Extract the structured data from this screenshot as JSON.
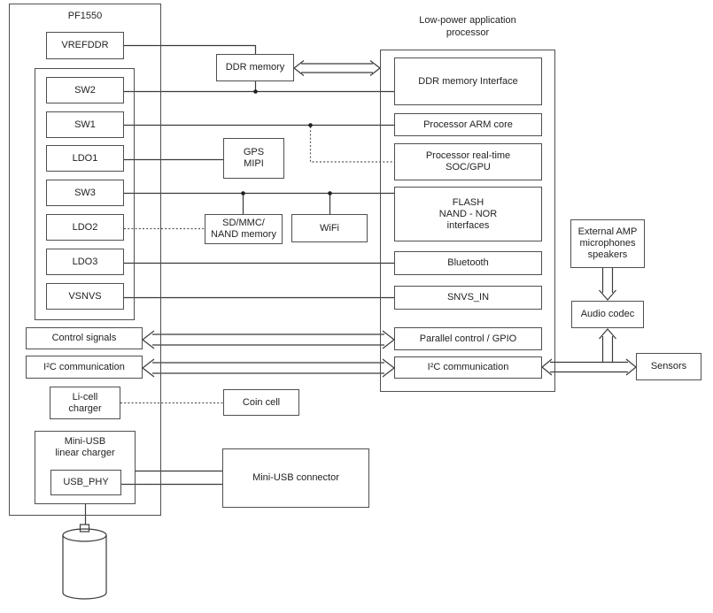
{
  "pf1550": {
    "title": "PF1550",
    "blocks": {
      "vrefddr": "VREFDDR",
      "sw2": "SW2",
      "sw1": "SW1",
      "ldo1": "LDO1",
      "sw3": "SW3",
      "ldo2": "LDO2",
      "ldo3": "LDO3",
      "vsnvs": "VSNVS",
      "control_signals": "Control signals",
      "i2c": "I²C communication",
      "li_cell_charger": "Li-cell\ncharger",
      "mini_usb_charger": "Mini-USB\nlinear charger",
      "usb_phy": "USB_PHY"
    }
  },
  "external": {
    "ddr_memory": "DDR memory",
    "gps_mipi": "GPS\nMIPI",
    "sd_mmc_nand": "SD/MMC/\nNAND memory",
    "wifi": "WiFi",
    "coin_cell": "Coin cell",
    "mini_usb_connector": "Mini-USB connector"
  },
  "processor": {
    "title": "Low-power application\nprocessor",
    "blocks": {
      "ddr_interface": "DDR memory Interface",
      "arm_core": "Processor ARM core",
      "realtime": "Processor real-time\nSOC/GPU",
      "flash": "FLASH\nNAND - NOR\ninterfaces",
      "bluetooth": "Bluetooth",
      "snvs_in": "SNVS_IN",
      "parallel_gpio": "Parallel control / GPIO",
      "i2c": "I²C communication"
    }
  },
  "peripherals": {
    "external_amp": "External AMP\nmicrophones\nspeakers",
    "audio_codec": "Audio codec",
    "sensors": "Sensors"
  },
  "icons": {
    "battery": "battery-cylinder-symbol"
  },
  "colors": {
    "box_border": "#4f4f4f",
    "wire": "#3a3a3a",
    "dotted_wire": "#555555",
    "text": "#222222",
    "background": "#ffffff"
  }
}
